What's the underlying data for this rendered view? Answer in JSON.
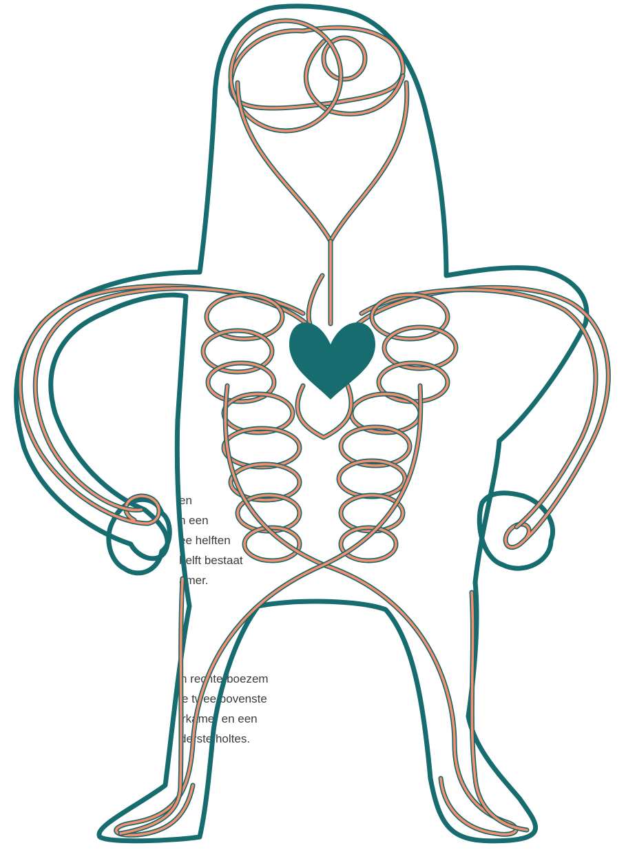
{
  "paragraphs": [
    {
      "lines": [
        "en",
        "n een",
        "ee helften",
        "helft bestaat",
        "amer."
      ]
    },
    {
      "lines": [
        "n rechterboezem",
        "e twee bovenste",
        "rkamer en een",
        "derste holtes."
      ]
    }
  ],
  "illustration": {
    "subject": "human-circulatory-system",
    "colors": {
      "outline": "#176c6f",
      "vessel": "#f2916f",
      "heart": "#176c6f"
    }
  }
}
